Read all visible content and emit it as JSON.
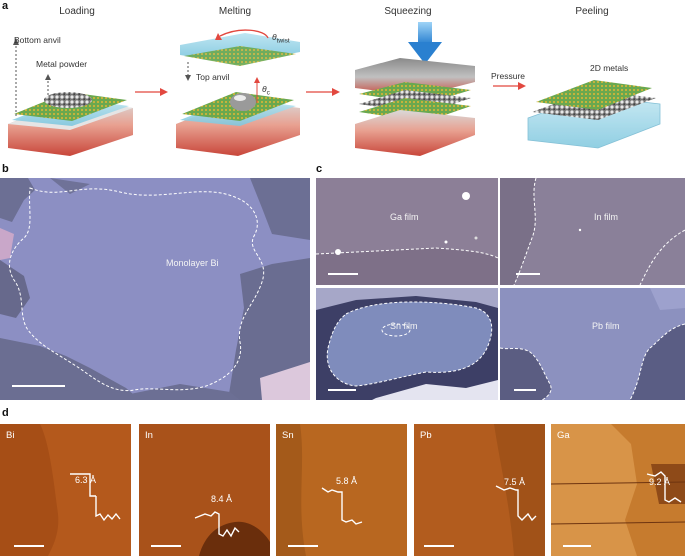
{
  "panel_a": {
    "letter": "a",
    "stages": [
      "Loading",
      "Melting",
      "Squeezing",
      "Peeling"
    ],
    "labels": {
      "bottom_anvil": "Bottom anvil",
      "metal_powder": "Metal powder",
      "theta_twist_symbol": "θ",
      "theta_twist_sub": "twist",
      "top_anvil": "Top anvil",
      "theta_c_symbol": "θ",
      "theta_c_sub": "c",
      "pressure": "Pressure",
      "two_d_metals": "2D metals"
    }
  },
  "panel_b": {
    "letter": "b",
    "label": "Monolayer Bi"
  },
  "panel_c": {
    "letter": "c",
    "films": [
      "Ga film",
      "In film",
      "Sn film",
      "Pb film"
    ]
  },
  "panel_d": {
    "letter": "d",
    "images": [
      {
        "element": "Bi",
        "step": "6.3 Å"
      },
      {
        "element": "In",
        "step": "8.4 Å"
      },
      {
        "element": "Sn",
        "step": "5.8 Å"
      },
      {
        "element": "Pb",
        "step": "7.5 Å"
      },
      {
        "element": "Ga",
        "step": "9.2 Å"
      }
    ]
  },
  "colors": {
    "arrow_red": "#e2483f",
    "anvil_red": "#c8463a",
    "press_blue": "#3a8fd8",
    "afm_brown": "#b4591c",
    "optical_lavender": "#8a8fc0",
    "line_white": "#ffffff"
  }
}
